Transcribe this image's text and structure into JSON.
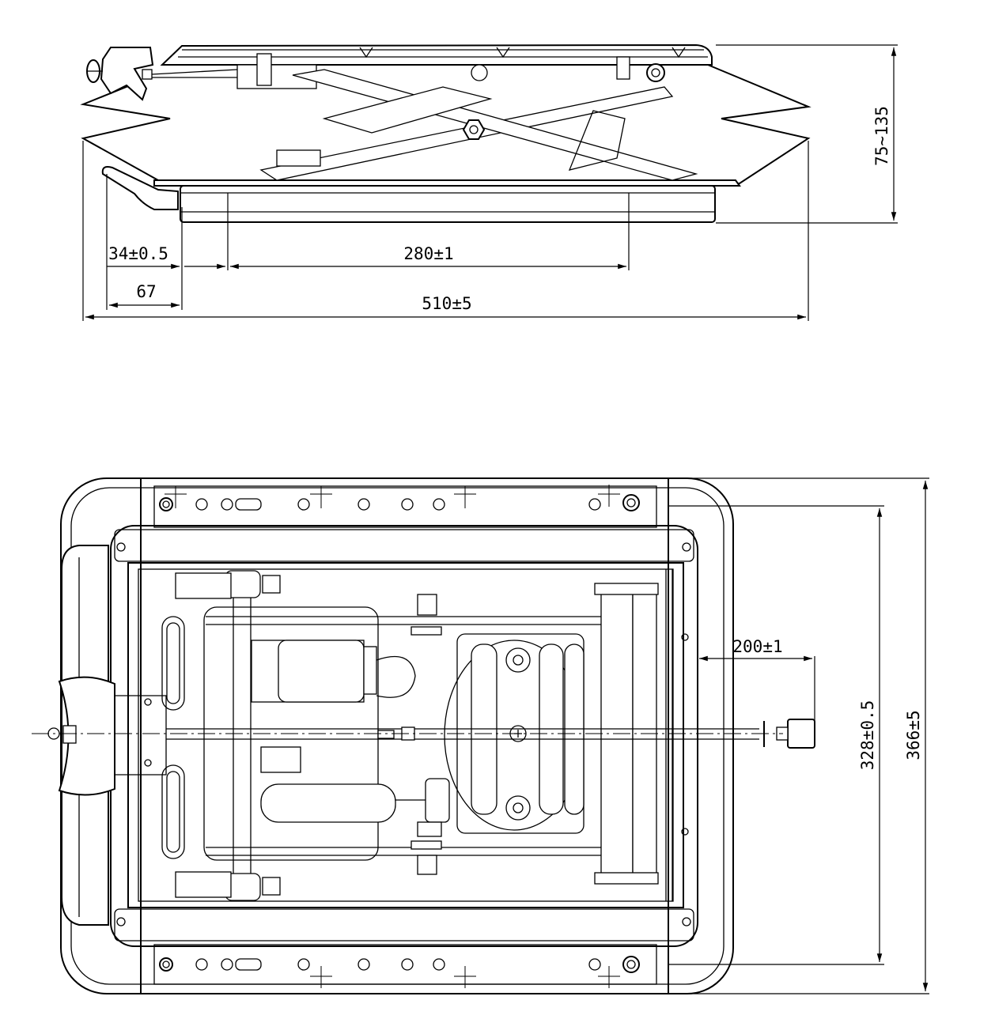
{
  "dimensions": {
    "side_view": {
      "overall_length": "510±5",
      "offset_a": "34±0.5",
      "pitch": "280±1",
      "handle_offset": "67",
      "height_range": "75~135"
    },
    "top_view": {
      "arm_projection": "200±1",
      "inner_width": "328±0.5",
      "outer_width": "366±5"
    }
  }
}
